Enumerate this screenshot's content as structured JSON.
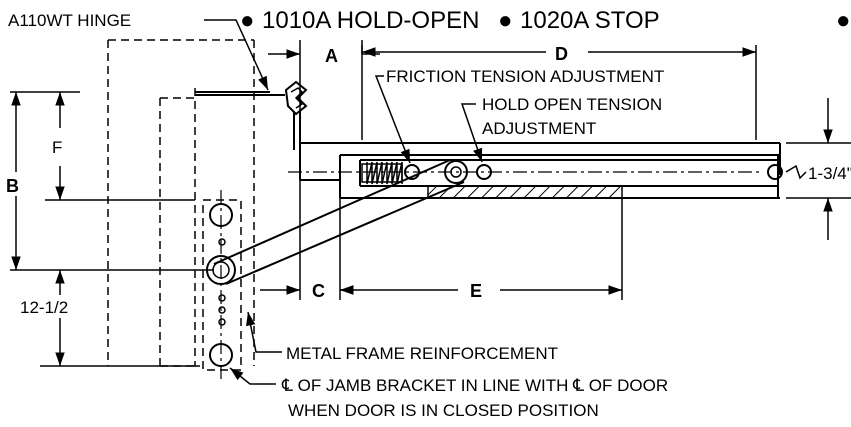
{
  "header": {
    "item_1": "1010A  HOLD-OPEN",
    "item_2": "1020A STOP",
    "bullet": "●"
  },
  "labels": {
    "hinge": "A110WT HINGE",
    "friction": "FRICTION TENSION ADJUSTMENT",
    "hold_open_1": "HOLD OPEN TENSION",
    "hold_open_2": "ADJUSTMENT",
    "metal_frame": "METAL FRAME REINFORCEMENT",
    "jamb_1": "℄ OF JAMB BRACKET IN LINE WITH ℄ OF DOOR",
    "jamb_2": "WHEN DOOR IS IN CLOSED POSITION"
  },
  "dimensions": {
    "A": "A",
    "B": "B",
    "C": "C",
    "D": "D",
    "E": "E",
    "F": "F",
    "height": "12-1/2",
    "depth": "1-3/4\""
  }
}
